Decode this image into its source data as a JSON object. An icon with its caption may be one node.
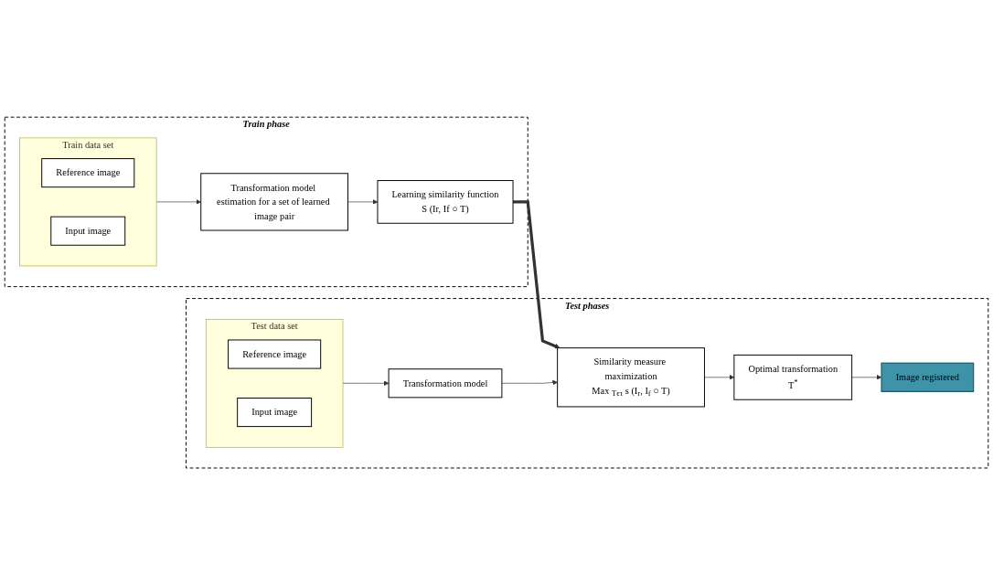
{
  "diagram": {
    "nodes": [
      {
        "text": [
          "Train phase"
        ]
      },
      {
        "text": [
          "Train data set"
        ],
        "in": 0
      },
      {
        "text": [
          "Reference image"
        ],
        "in": 1
      },
      {
        "text": [
          "Input image"
        ],
        "in": 1
      },
      {
        "text": [
          "Transformation model estimation for a set of learned image pair"
        ],
        "in": 0
      },
      {
        "text": [
          "Learning similarity function",
          "S (Ir, If ○ T)"
        ],
        "in": 0
      },
      {
        "text": [
          "Test phases"
        ]
      },
      {
        "text": [
          "Test data set"
        ],
        "in": 6
      },
      {
        "text": [
          "Reference image"
        ],
        "in": 7
      },
      {
        "text": [
          "Input image"
        ],
        "in": 7
      },
      {
        "text": [
          "Transformation model"
        ],
        "in": 6
      },
      {
        "text": [
          "Similarity measure maximization",
          "Max $_{Tϵτ}$ s (I$_{r}$, I$_{f}$ ○ T)"
        ],
        "in": 6
      },
      {
        "text": [
          "Optimal transformation",
          "T$^{*}$"
        ],
        "in": 6
      },
      {
        "text": [
          "Image registered"
        ],
        "in": 6
      }
    ],
    "edges": [
      {
        "from": 1,
        "to": 4,
        "arrow": "to"
      },
      {
        "from": 4,
        "to": 5,
        "arrow": "to"
      },
      {
        "from": 5,
        "to": 11,
        "arrow": "to",
        "style": "thick"
      },
      {
        "from": 7,
        "to": 10,
        "arrow": "to"
      },
      {
        "from": 10,
        "to": 11,
        "arrow": "to"
      },
      {
        "from": 11,
        "to": 12,
        "arrow": "to"
      },
      {
        "from": 12,
        "to": 13,
        "arrow": "to"
      }
    ]
  }
}
